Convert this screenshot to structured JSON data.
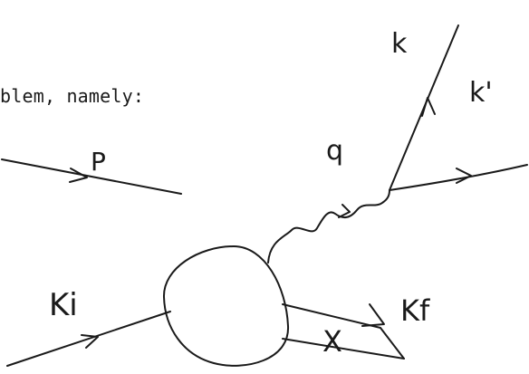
{
  "heading_text": "blem, namely:",
  "diagram": {
    "labels": {
      "incoming_proton": "P",
      "virtual_photon": "q",
      "incoming_lepton": "k",
      "outgoing_lepton": "k'",
      "initial_kaon": "Ki",
      "final_kaon": "Kf",
      "hadronic_system": "X"
    }
  }
}
